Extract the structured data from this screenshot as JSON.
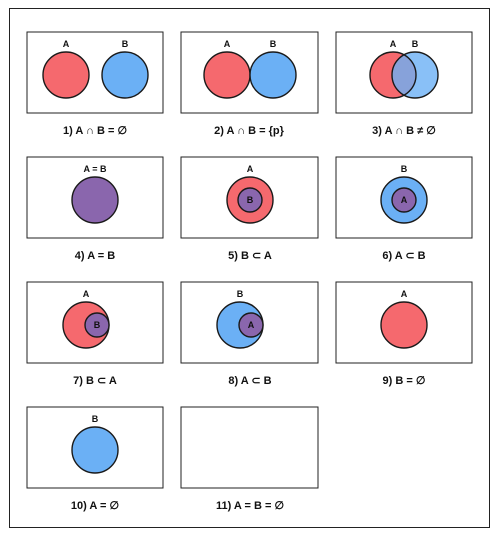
{
  "colors": {
    "set_a": "#f5696e",
    "set_b": "#6bb0f5",
    "overlap": "#8a66ad",
    "outline": "#1a1a1a"
  },
  "panels": [
    {
      "caption": "1) A ∩ B = ∅",
      "label_a": "A",
      "label_b": "B"
    },
    {
      "caption": "2) A ∩ B = {p}",
      "label_a": "A",
      "label_b": "B"
    },
    {
      "caption": "3) A ∩ B ≠ ∅",
      "label_a": "A",
      "label_b": "B"
    },
    {
      "caption": "4) A = B",
      "label": "A = B"
    },
    {
      "caption": "5) B ⊂ A",
      "outer_label": "A",
      "inner_label": "B"
    },
    {
      "caption": "6) A ⊂ B",
      "outer_label": "B",
      "inner_label": "A"
    },
    {
      "caption": "7) B ⊂ A",
      "outer_label": "A",
      "inner_label": "B"
    },
    {
      "caption": "8) A ⊂ B",
      "outer_label": "B",
      "inner_label": "A"
    },
    {
      "caption": "9) B = ∅",
      "label": "A"
    },
    {
      "caption": "10) A = ∅",
      "label": "B"
    },
    {
      "caption": "11) A = B = ∅"
    }
  ]
}
